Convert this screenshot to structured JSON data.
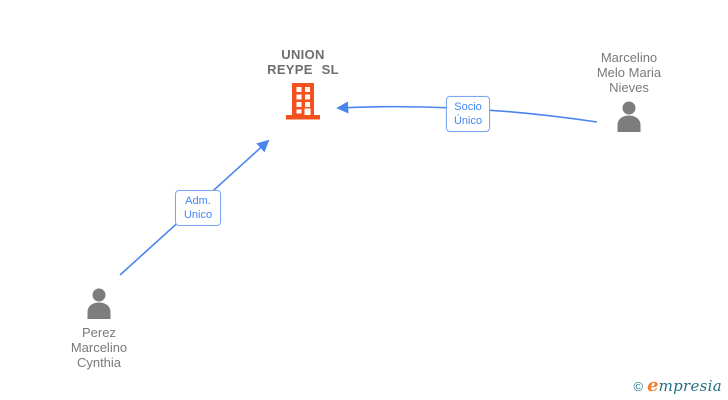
{
  "company": {
    "name_line1": "UNION",
    "name_line2": "REYPE SL"
  },
  "persons": [
    {
      "id": "person-right",
      "name_line1": "Marcelino",
      "name_line2": "Melo Maria",
      "name_line3": "Nieves"
    },
    {
      "id": "person-bottom-left",
      "name_line1": "Perez",
      "name_line2": "Marcelino",
      "name_line3": "Cynthia"
    }
  ],
  "relations": [
    {
      "id": "socio-unico",
      "label_line1": "Socio",
      "label_line2": "Único",
      "from": "person-right",
      "to": "company"
    },
    {
      "id": "adm-unico",
      "label_line1": "Adm.",
      "label_line2": "Unico",
      "from": "person-bottom-left",
      "to": "company"
    }
  ],
  "footer": {
    "copyright_symbol": "©",
    "brand_initial": "e",
    "brand_rest": "mpresia"
  },
  "icons": {
    "company": "building-icon",
    "person": "person-silhouette-icon"
  },
  "colors": {
    "building": "#f4511e",
    "person": "#7d7d7d",
    "arrow": "#4a85ee",
    "relation_text": "#4285f4",
    "relation_border": "#7aa7f0",
    "person_name_text": "#7a7a7a",
    "company_title_text": "#6e6e6e",
    "brand_teal": "#256f80",
    "brand_orange": "#f08030"
  }
}
